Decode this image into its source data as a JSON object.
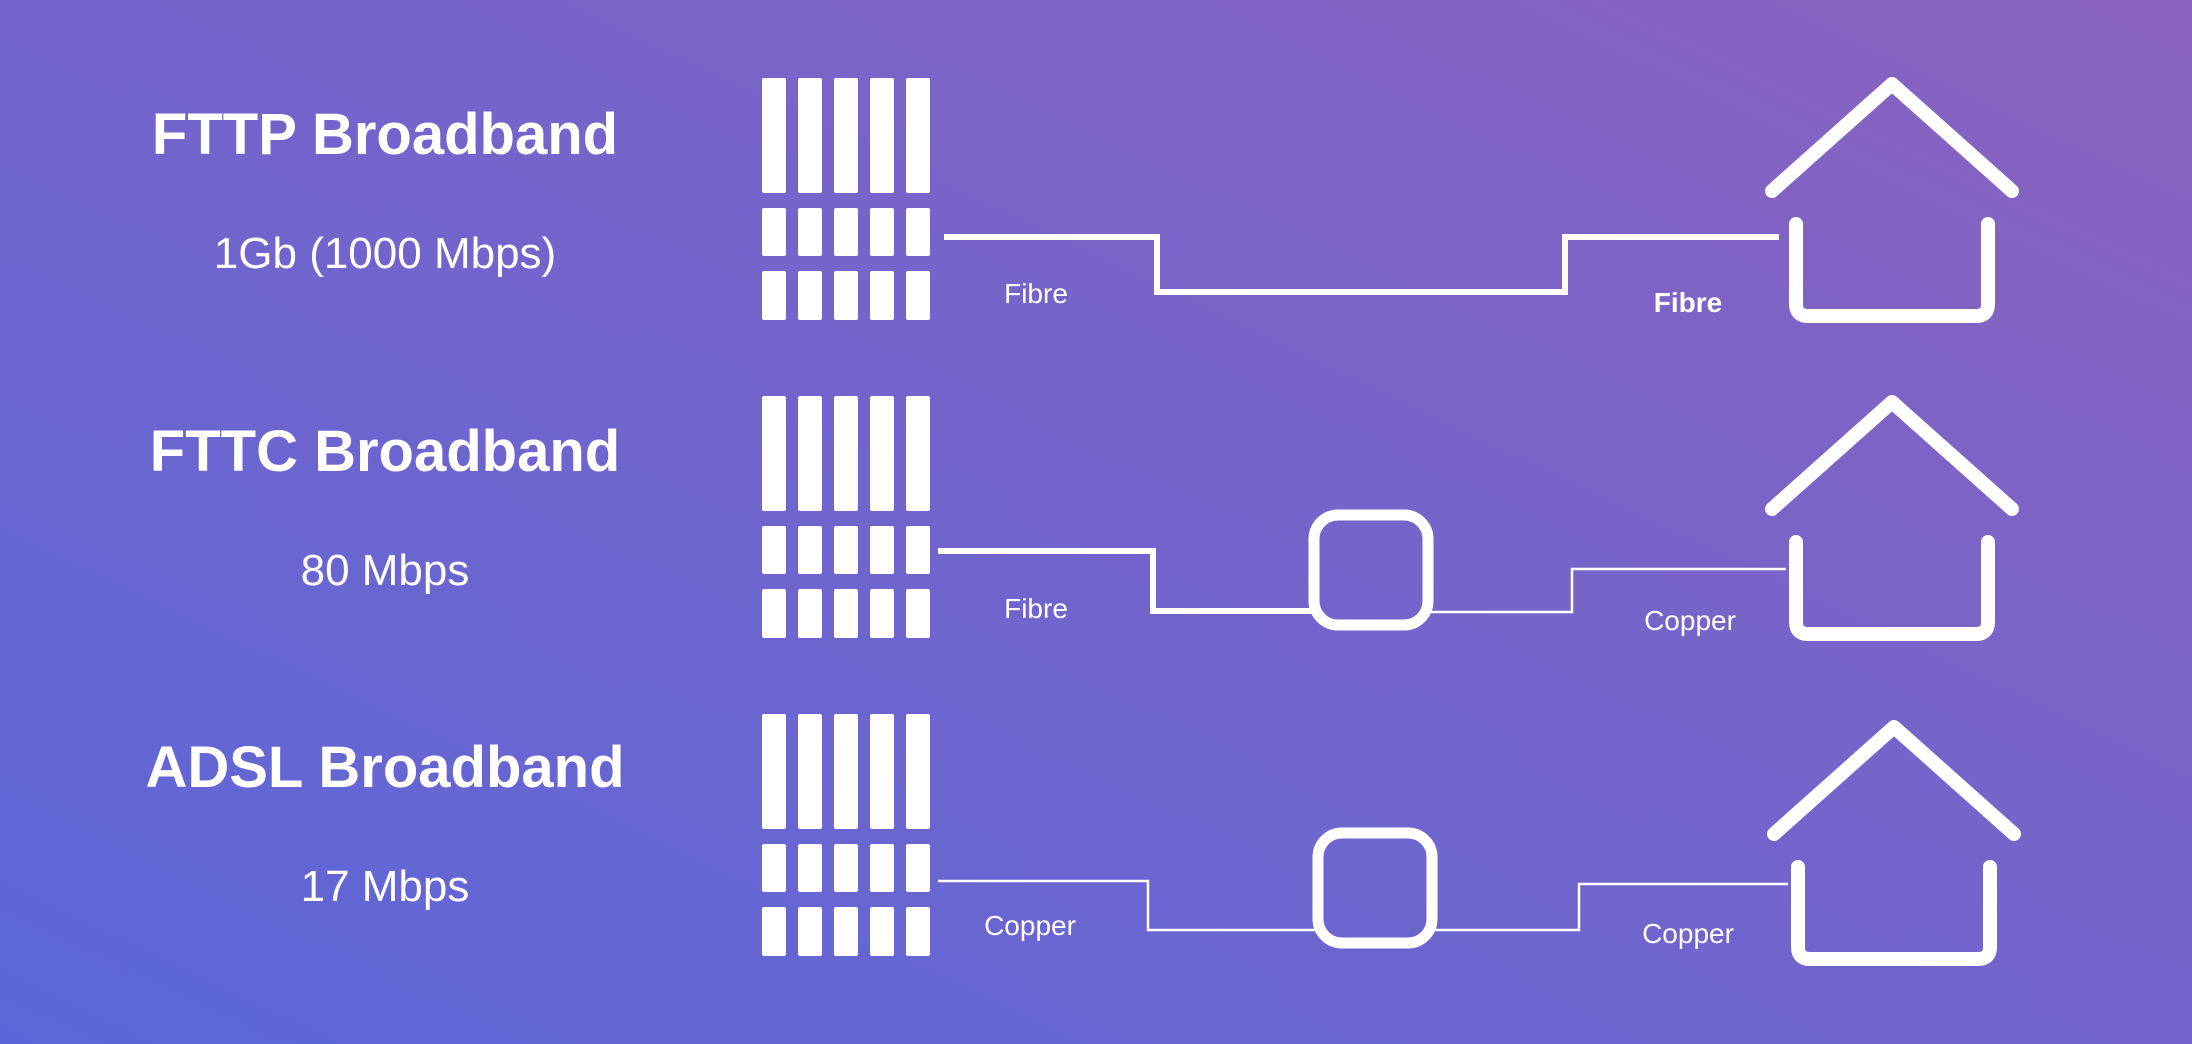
{
  "colors": {
    "gradient_start": "#5b67d8",
    "gradient_end": "#8a62bf",
    "foreground": "#ffffff"
  },
  "rows": [
    {
      "title": "FTTP Broadband",
      "speed": "1Gb  (1000 Mbps)",
      "segment1_label": "Fibre",
      "segment2_label": "Fibre",
      "has_cabinet": false,
      "icons": [
        "exchange-icon",
        "house-icon"
      ]
    },
    {
      "title": "FTTC Broadband",
      "speed": "80 Mbps",
      "segment1_label": "Fibre",
      "segment2_label": "Copper",
      "has_cabinet": true,
      "icons": [
        "exchange-icon",
        "street-cabinet-icon",
        "house-icon"
      ]
    },
    {
      "title": "ADSL Broadband",
      "speed": "17 Mbps",
      "segment1_label": "Copper",
      "segment2_label": "Copper",
      "has_cabinet": true,
      "icons": [
        "exchange-icon",
        "street-cabinet-icon",
        "house-icon"
      ]
    }
  ]
}
